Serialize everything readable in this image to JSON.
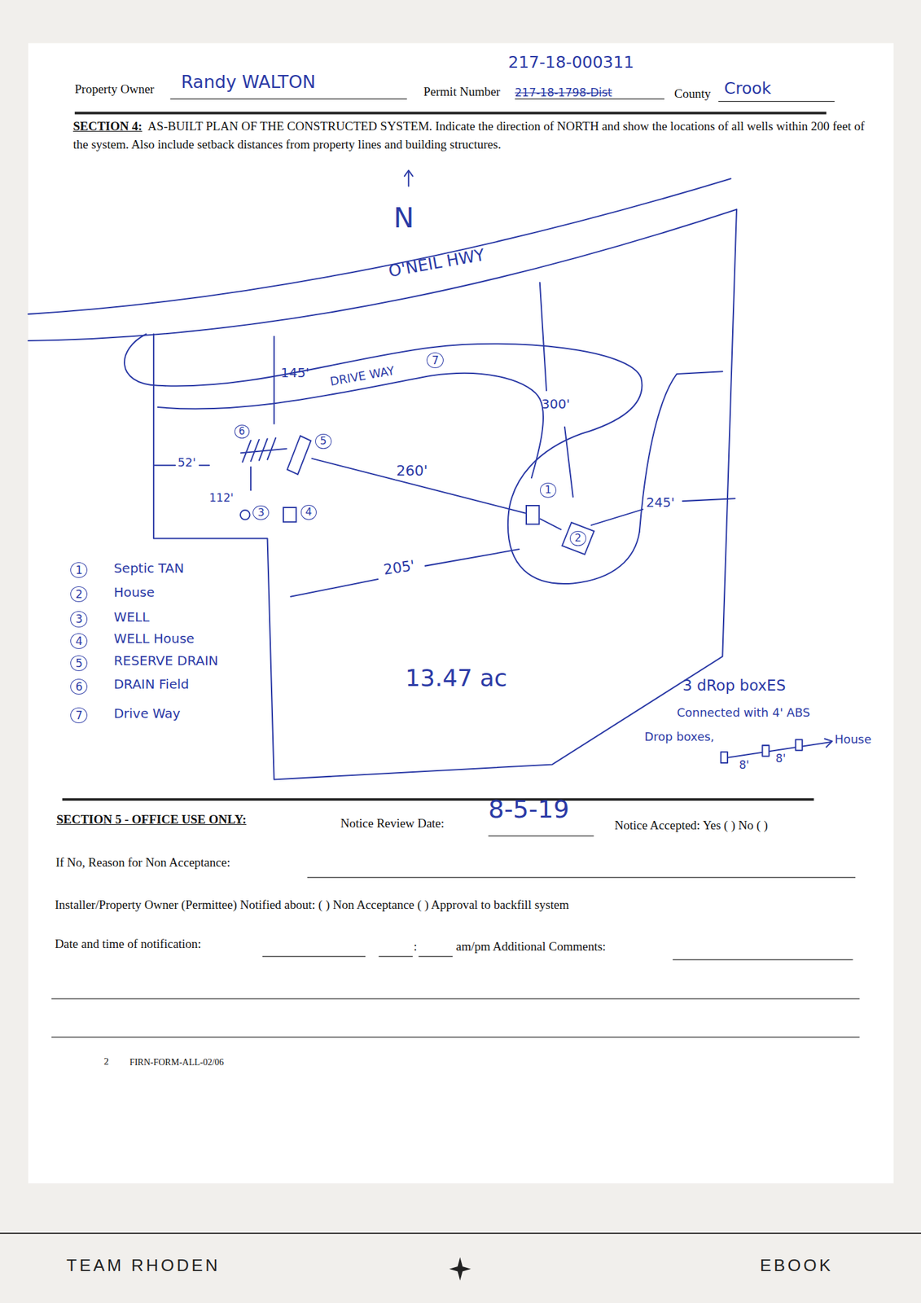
{
  "diagram": {
    "nodes": [
      {
        "text": [
          "1"
        ]
      },
      {
        "text": [
          "2"
        ]
      },
      {
        "text": [
          "3"
        ]
      },
      {
        "text": [
          "4"
        ]
      },
      {
        "text": [
          "5"
        ]
      }
    ],
    "edges": [
      {
        "from": 4,
        "to": 0,
        "arrow": "none",
        "label": "260'"
      },
      {
        "from": 0,
        "to": 1,
        "arrow": "none"
      }
    ],
    "labels": [
      "Property Owner",
      "Randy WALTON",
      "217-18-000311",
      "Permit Number",
      "217-18-1798-Dist",
      "County",
      "Crook",
      "SECTION 4:",
      "AS-BUILT PLAN OF THE CONSTRUCTED SYSTEM. Indicate the direction of NORTH and show the locations of all wells within 200 feet of the system. Also include setback distances from property lines and building structures.",
      "N",
      "O'NEIL HWY",
      "145'",
      "DRIVE WAY",
      "7",
      "300'",
      "6",
      "52'",
      "112'",
      "245'",
      "205'",
      "1",
      "Septic TAN",
      "2",
      "House",
      "3",
      "WELL",
      "4",
      "WELL House",
      "5",
      "RESERVE DRAIN",
      "6",
      "DRAIN Field",
      "7",
      "Drive Way",
      "13.47 ac",
      "3 dRop boxES",
      "Connected with 4' ABS",
      "Drop boxes,",
      "8'",
      "8'",
      "House",
      "SECTION 5 - OFFICE USE ONLY:",
      "Notice Review Date:",
      "8-5-19",
      "Notice Accepted: Yes ( ) No ( )",
      "If No, Reason for Non Acceptance:",
      "Installer/Property Owner (Permittee) Notified about: ( ) Non Acceptance ( ) Approval to backfill system",
      "Date and time of notification:",
      ":",
      "am/pm Additional Comments:",
      "2",
      "FIRN-FORM-ALL-02/06",
      "TEAM RHODEN",
      "EBOOK"
    ]
  }
}
